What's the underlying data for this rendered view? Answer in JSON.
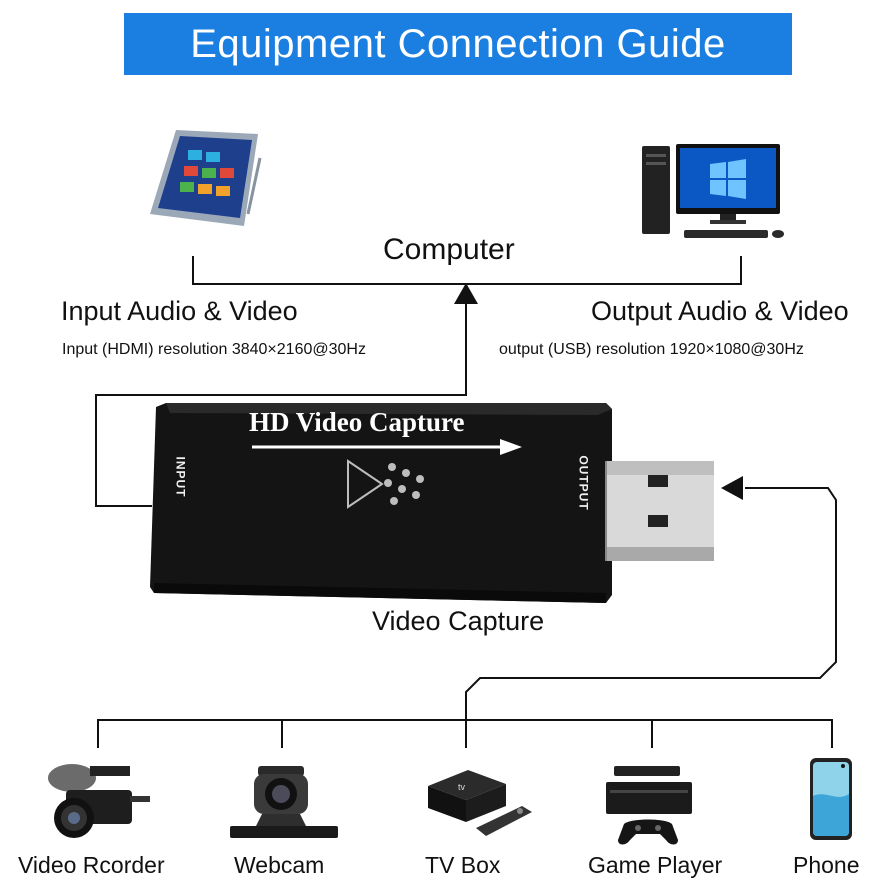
{
  "header": {
    "title": "Equipment Connection Guide"
  },
  "top": {
    "computer_label": "Computer",
    "input_title": "Input Audio & Video",
    "input_detail": "Input (HDMI) resolution 3840×2160@30Hz",
    "output_title": "Output Audio & Video",
    "output_detail": "output (USB) resolution 1920×1080@30Hz"
  },
  "device": {
    "label": "Video Capture",
    "printed_title": "HD Video Capture",
    "input_port": "INPUT",
    "output_port": "OUTPUT"
  },
  "sources": [
    {
      "label": "Video Rcorder",
      "icon": "camcorder-icon"
    },
    {
      "label": "Webcam",
      "icon": "webcam-icon"
    },
    {
      "label": "TV Box",
      "icon": "tv-box-icon"
    },
    {
      "label": "Game Player",
      "icon": "game-console-icon"
    },
    {
      "label": "Phone",
      "icon": "phone-icon"
    }
  ],
  "colors": {
    "banner": "#1a7fe0",
    "banner_text": "#ffffff",
    "lines": "#111111",
    "dongle": "#141414"
  }
}
